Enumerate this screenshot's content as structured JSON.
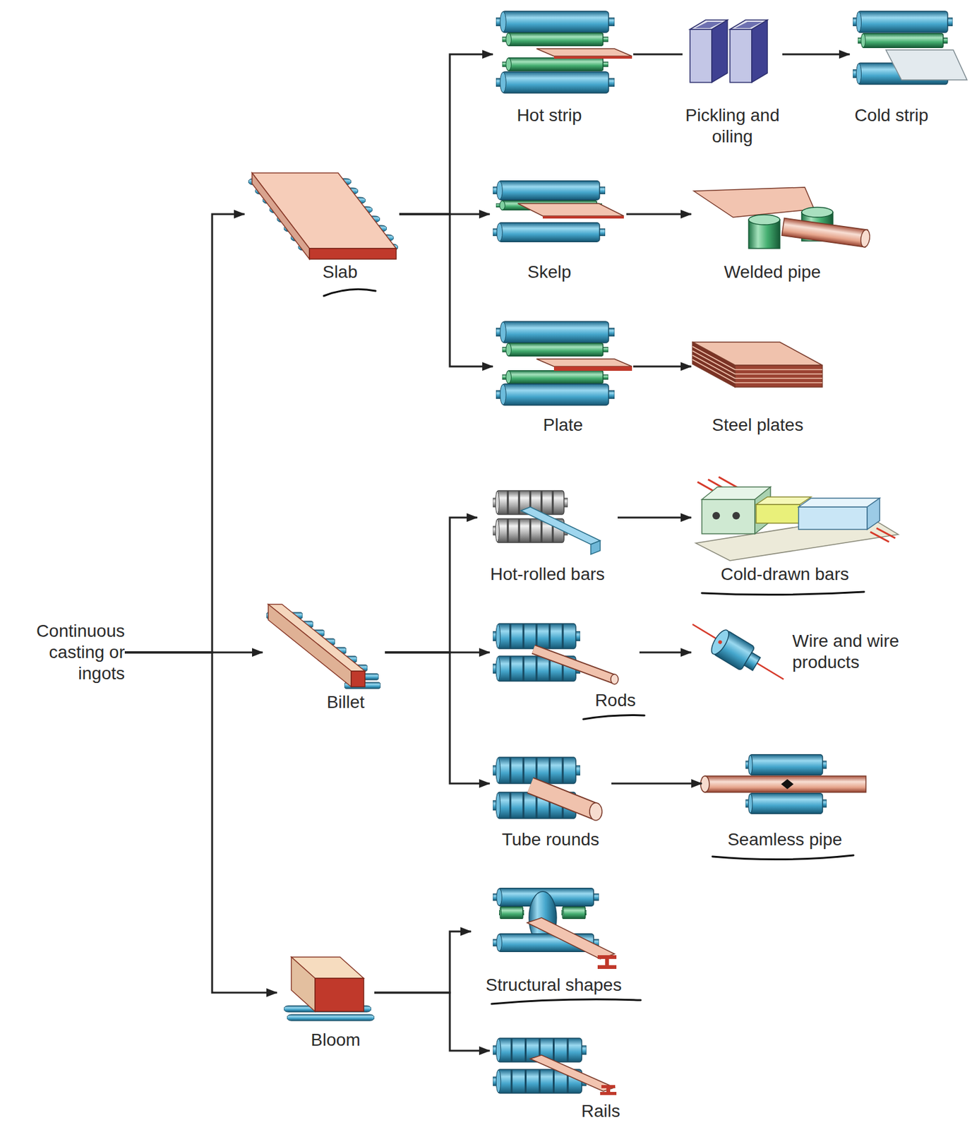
{
  "diagram": {
    "nodes": [
      {
        "text": [
          "Continuous casting or ingots"
        ]
      },
      {
        "text": [
          "Slab"
        ]
      },
      {
        "text": [
          "Hot strip"
        ]
      },
      {
        "text": [
          "Pickling and oiling"
        ]
      },
      {
        "text": [
          "Cold strip"
        ]
      },
      {
        "text": [
          "Skelp"
        ]
      },
      {
        "text": [
          "Welded pipe"
        ]
      },
      {
        "text": [
          "Plate"
        ]
      },
      {
        "text": [
          "Steel plates"
        ]
      },
      {
        "text": [
          "Billet"
        ]
      },
      {
        "text": [
          "Hot-rolled bars"
        ]
      },
      {
        "text": [
          "Cold-drawn bars"
        ]
      },
      {
        "text": [
          "Rods"
        ]
      },
      {
        "text": [
          "Wire and wire products"
        ]
      },
      {
        "text": [
          "Tube rounds"
        ]
      },
      {
        "text": [
          "Seamless pipe"
        ]
      },
      {
        "text": [
          "Bloom"
        ]
      },
      {
        "text": [
          "Structural shapes"
        ]
      },
      {
        "text": [
          "Rails"
        ]
      }
    ],
    "edges": [
      {
        "from": 0,
        "to": 1,
        "arrow": "to"
      },
      {
        "from": 0,
        "to": 9,
        "arrow": "to"
      },
      {
        "from": 0,
        "to": 16,
        "arrow": "to"
      },
      {
        "from": 1,
        "to": 2,
        "arrow": "to"
      },
      {
        "from": 1,
        "to": 5,
        "arrow": "to"
      },
      {
        "from": 1,
        "to": 7,
        "arrow": "to"
      },
      {
        "from": 2,
        "to": 3,
        "arrow": "none"
      },
      {
        "from": 3,
        "to": 4,
        "arrow": "to"
      },
      {
        "from": 5,
        "to": 6,
        "arrow": "to"
      },
      {
        "from": 7,
        "to": 8,
        "arrow": "to"
      },
      {
        "from": 9,
        "to": 10,
        "arrow": "to"
      },
      {
        "from": 9,
        "to": 12,
        "arrow": "to"
      },
      {
        "from": 9,
        "to": 14,
        "arrow": "to"
      },
      {
        "from": 10,
        "to": 11,
        "arrow": "to"
      },
      {
        "from": 12,
        "to": 13,
        "arrow": "to"
      },
      {
        "from": 14,
        "to": 15,
        "arrow": "to"
      },
      {
        "from": 16,
        "to": 17,
        "arrow": "to"
      },
      {
        "from": 16,
        "to": 18,
        "arrow": "to"
      }
    ]
  }
}
